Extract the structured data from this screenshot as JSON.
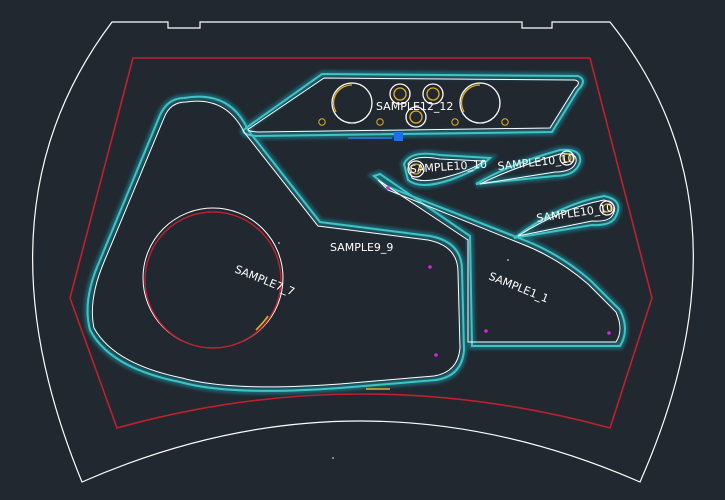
{
  "colors": {
    "background": "#212830",
    "outline": "#ffffff",
    "boundary": "#c0202c",
    "toolpath": "#3fc4c4",
    "toolpath_glow": "#1f6a78",
    "arc_accent": "#e0b020",
    "marker": "#e020e0",
    "selection": "#2a7fe0"
  },
  "parts": [
    {
      "id": "sample12",
      "label": "SAMPLE12_12"
    },
    {
      "id": "sample10a",
      "label": "SAMPLE10_10"
    },
    {
      "id": "sample10b",
      "label": "SAMPLE10_10"
    },
    {
      "id": "sample10c",
      "label": "SAMPLE10_10"
    },
    {
      "id": "sample9",
      "label": "SAMPLE9_9"
    },
    {
      "id": "sample7",
      "label": "SAMPLE7_7"
    },
    {
      "id": "sample1",
      "label": "SAMPLE1_1"
    }
  ]
}
